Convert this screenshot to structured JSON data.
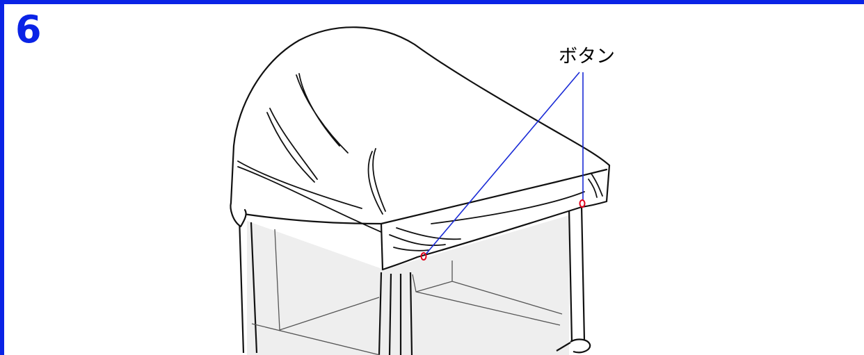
{
  "step": {
    "number": "6"
  },
  "callout": {
    "label": "ボタン"
  },
  "colors": {
    "frame_accent": "#0a23e6",
    "leader_line": "#1a2bd6",
    "button_marker": "#e2001a",
    "outline": "#111111",
    "mesh_fill": "#eeeeee"
  },
  "icons": {
    "canopy": "baby-crib-canopy-illustration",
    "button": "button-marker-icon"
  }
}
